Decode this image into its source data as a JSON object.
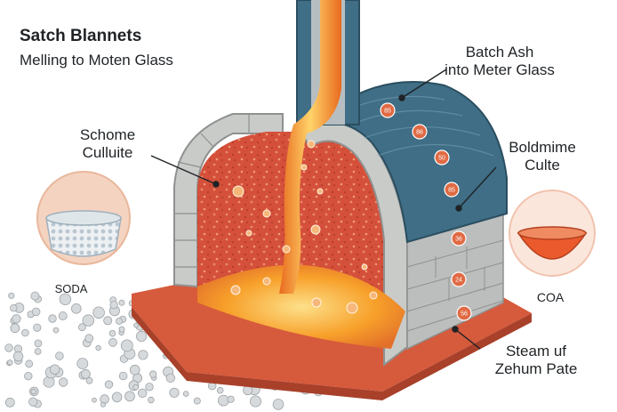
{
  "title": "Satch Blannets",
  "subtitle": "Melling to Moten Glass",
  "labels": {
    "left_callout": [
      "Schome",
      "Culluite"
    ],
    "top_right_callout": [
      "Batch Ash",
      "into Meter Glass"
    ],
    "right_callout": [
      "Boldmime",
      "Culte"
    ],
    "left_inset": "SODA",
    "right_inset": "COA",
    "bottom_callout": [
      "Steam uf",
      "Zehum Pate"
    ]
  },
  "badges": [
    "85",
    "86",
    "50",
    "85",
    "36",
    "24",
    "56"
  ],
  "colors": {
    "roof": "#3f6e86",
    "brick": "#c9cbc9",
    "chamber": "#d9553a",
    "molten": "#f7a02a",
    "base": "#d65a3c",
    "badge": "#e06a44"
  }
}
